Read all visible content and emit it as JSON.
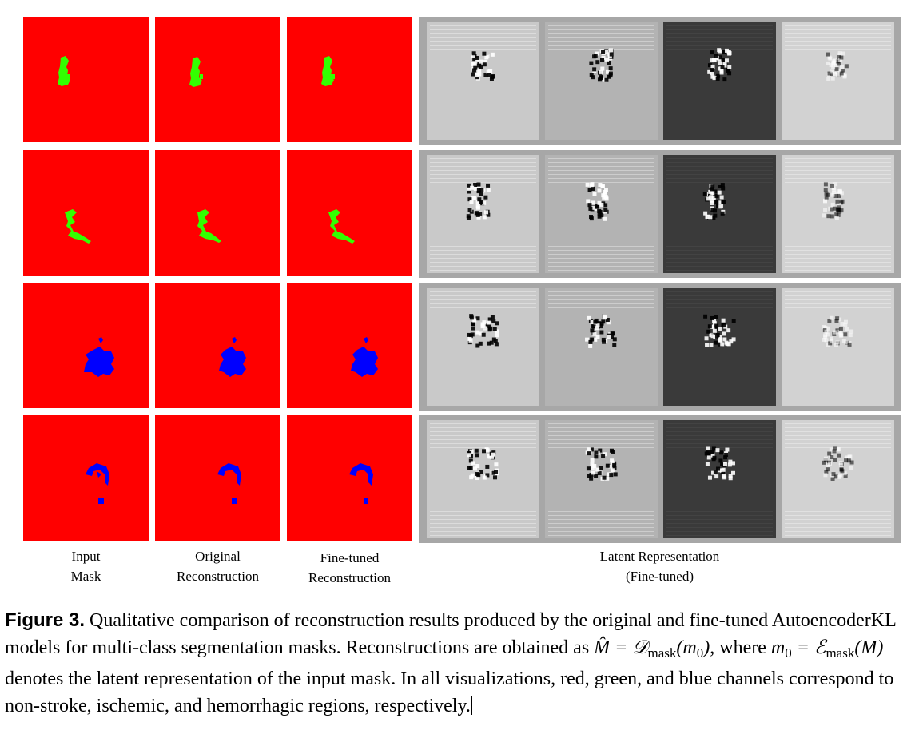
{
  "colors": {
    "non_stroke": "#ff0000",
    "ischemic": "#33ff00",
    "hemorrhagic": "#0000ff",
    "latent_panel_bg": "#a7a7a7"
  },
  "column_labels": {
    "input_mask": [
      "Input",
      "Mask"
    ],
    "original_reconstruction": [
      "Original",
      "Reconstruction"
    ],
    "finetuned_reconstruction": [
      "Fine-tuned",
      "Reconstruction"
    ],
    "latent_representation": [
      "Latent Representation",
      "(Fine-tuned)"
    ]
  },
  "rows": [
    {
      "lesion": "ischemic"
    },
    {
      "lesion": "ischemic"
    },
    {
      "lesion": "hemorrhagic"
    },
    {
      "lesion": "hemorrhagic"
    }
  ],
  "latent_channel_tones": [
    "#c9c9c9",
    "#b3b3b3",
    "#3a3a3a",
    "#d2d2d2"
  ],
  "caption": {
    "figure_label": "Figure 3.",
    "text_1": " Qualitative comparison of reconstruction results produced by the original and fine-tuned AutoencoderKL models for multi-class segmentation masks. Reconstructions are obtained as ",
    "math_1": "M̂ = 𝒟",
    "math_1_sub": "mask",
    "math_1_tail": "(m",
    "math_1_sub2": "0",
    "math_1_end": ")",
    "text_2": ", where ",
    "math_2": "m",
    "math_2_sub": "0",
    "math_2_mid": " = ℰ",
    "math_2_sub2": "mask",
    "math_2_end": "(M)",
    "text_3": " denotes the latent representation of the input mask. In all visualizations, red, green, and blue channels correspond to non-stroke, ischemic, and hemorrhagic regions, respectively."
  }
}
